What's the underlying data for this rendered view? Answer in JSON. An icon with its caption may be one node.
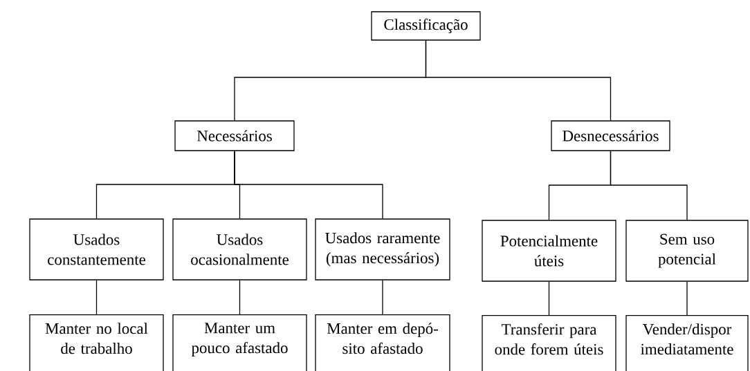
{
  "diagram": {
    "nodes": [
      {
        "text": [
          "Classificação"
        ]
      },
      {
        "text": [
          "Necessários"
        ]
      },
      {
        "text": [
          "Desnecessários"
        ]
      },
      {
        "text": [
          "Usados constantemente"
        ]
      },
      {
        "text": [
          "Usados ocasionalmente"
        ]
      },
      {
        "text": [
          "Usados raramente (mas necessários)"
        ]
      },
      {
        "text": [
          "Potencialmente úteis"
        ]
      },
      {
        "text": [
          "Sem uso potencial"
        ]
      },
      {
        "text": [
          "Manter no local de trabalho"
        ]
      },
      {
        "text": [
          "Manter um pouco afastado"
        ]
      },
      {
        "text": [
          "Manter em depó- sito afastado"
        ]
      },
      {
        "text": [
          "Transferir para onde forem úteis"
        ]
      },
      {
        "text": [
          "Vender/dispor imediatamente"
        ]
      }
    ],
    "edges": [
      {
        "from": 0,
        "to": 1,
        "arrow": "none"
      },
      {
        "from": 0,
        "to": 2,
        "arrow": "none"
      },
      {
        "from": 1,
        "to": 3,
        "arrow": "none"
      },
      {
        "from": 1,
        "to": 4,
        "arrow": "none"
      },
      {
        "from": 1,
        "to": 5,
        "arrow": "none"
      },
      {
        "from": 2,
        "to": 6,
        "arrow": "none"
      },
      {
        "from": 2,
        "to": 7,
        "arrow": "none"
      },
      {
        "from": 3,
        "to": 8,
        "arrow": "none"
      },
      {
        "from": 4,
        "to": 9,
        "arrow": "none"
      },
      {
        "from": 5,
        "to": 10,
        "arrow": "none"
      },
      {
        "from": 6,
        "to": 11,
        "arrow": "none"
      },
      {
        "from": 7,
        "to": 12,
        "arrow": "none"
      }
    ]
  }
}
